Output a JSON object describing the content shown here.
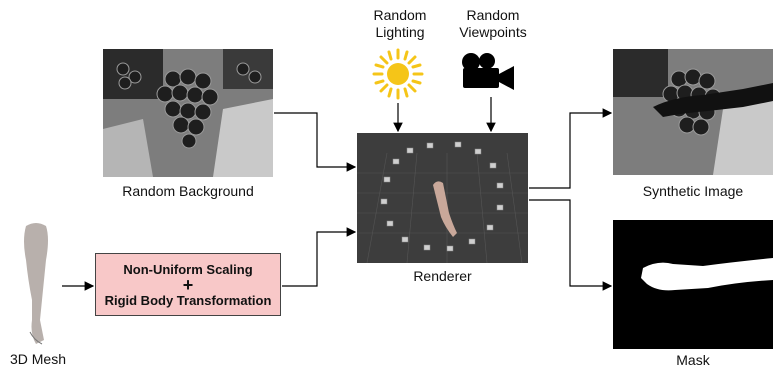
{
  "labels": {
    "random_lighting_line1": "Random",
    "random_lighting_line2": "Lighting",
    "random_viewpoints_line1": "Random",
    "random_viewpoints_line2": "Viewpoints",
    "random_background": "Random Background",
    "renderer": "Renderer",
    "synthetic_image": "Synthetic Image",
    "mask": "Mask",
    "mesh": "3D Mesh"
  },
  "transform_box": {
    "line1": "Non-Uniform Scaling",
    "plus": "+",
    "line2": "Rigid Body Transformation"
  },
  "colors": {
    "transform_box_fill": "#f8c8c8",
    "sun": "#f5c518",
    "renderer_bg": "#3d3d3d",
    "mask_bg": "#000000"
  },
  "icons": [
    "sun-icon",
    "camera-icon"
  ]
}
